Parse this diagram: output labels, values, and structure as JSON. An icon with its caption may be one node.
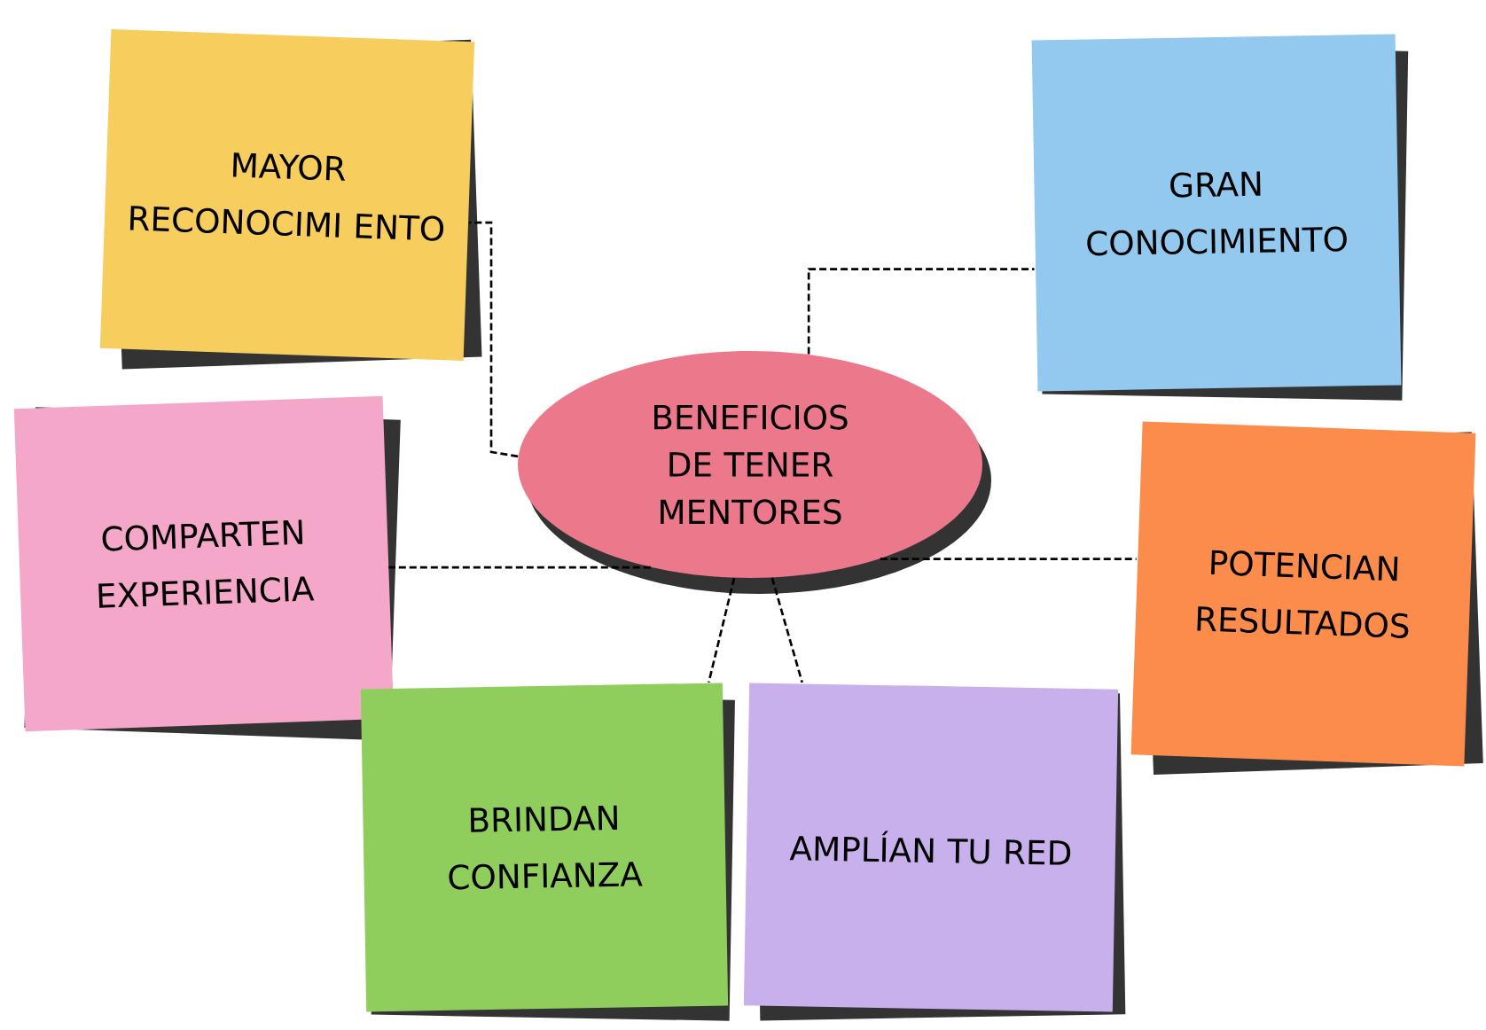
{
  "diagram": {
    "nodes": [
      {
        "text": [
          "BENEFICIOS DE TENER MENTORES"
        ]
      },
      {
        "text": [
          "MAYOR RECONOCIMI ENTO"
        ]
      },
      {
        "text": [
          "GRAN CONOCIMIENTO"
        ]
      },
      {
        "text": [
          "COMPARTEN EXPERIENCIA"
        ]
      },
      {
        "text": [
          "POTENCIAN RESULTADOS"
        ]
      },
      {
        "text": [
          "BRINDAN CONFIANZA"
        ]
      },
      {
        "text": [
          "AMPLÍAN TU RED"
        ]
      }
    ],
    "edges": [
      {
        "from": 0,
        "to": 1,
        "arrow": "none",
        "style": "dashed"
      },
      {
        "from": 0,
        "to": 2,
        "arrow": "none",
        "style": "dashed"
      },
      {
        "from": 0,
        "to": 3,
        "arrow": "none",
        "style": "dashed"
      },
      {
        "from": 0,
        "to": 4,
        "arrow": "none",
        "style": "dashed"
      },
      {
        "from": 0,
        "to": 5,
        "arrow": "none",
        "style": "dashed"
      },
      {
        "from": 0,
        "to": 6,
        "arrow": "none",
        "style": "dashed"
      }
    ]
  }
}
